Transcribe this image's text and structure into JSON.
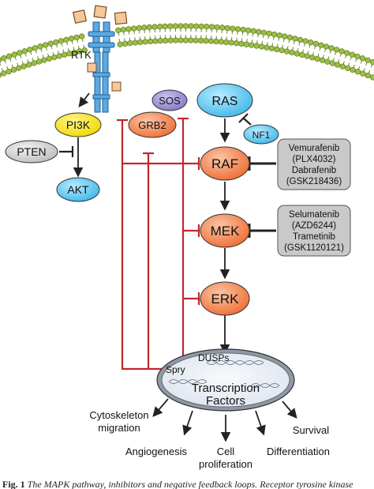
{
  "receptor": {
    "label": "RTK"
  },
  "nodes": {
    "pi3k": "PI3K",
    "pten": "PTEN",
    "akt": "AKT",
    "sos": "SOS",
    "grb2": "GRB2",
    "ras": "RAS",
    "nf1": "NF1",
    "raf": "RAF",
    "mek": "MEK",
    "erk": "ERK"
  },
  "inhibitors": {
    "raf_box": [
      "Vemurafenib",
      "(PLX4032)",
      "Dabrafenib",
      "(GSK218436)"
    ],
    "mek_box": [
      "Selumatenib",
      "(AZD6244)",
      "Trametinib",
      "(GSK1120121)"
    ]
  },
  "nucleus": {
    "dusps": "DUSPs",
    "spry": "Spry",
    "transcription": "Transcription",
    "factors": "Factors"
  },
  "outcomes": {
    "cytoskeleton": "Cytoskeleton",
    "migration": "migration",
    "angiogenesis": "Angiogenesis",
    "cell": "Cell",
    "proliferation": "proliferation",
    "differentiation": "Differentiation",
    "survival": "Survival"
  },
  "caption": {
    "prefix": "Fig. 1",
    "text": "The MAPK pathway, inhibitors and negative feedback loops. Receptor tyrosine kinase"
  },
  "colors": {
    "membrane": "#9bbf45",
    "pi3k": "#f3e200",
    "blue_node": "#5ec8ee",
    "orange_node": "#f07a42",
    "sos": "#8a82c8",
    "grey_box": "#c9c9c9",
    "feedback": "#c1272d",
    "nucleus": "#e9edf4",
    "receptor": "#5ba9e0"
  }
}
